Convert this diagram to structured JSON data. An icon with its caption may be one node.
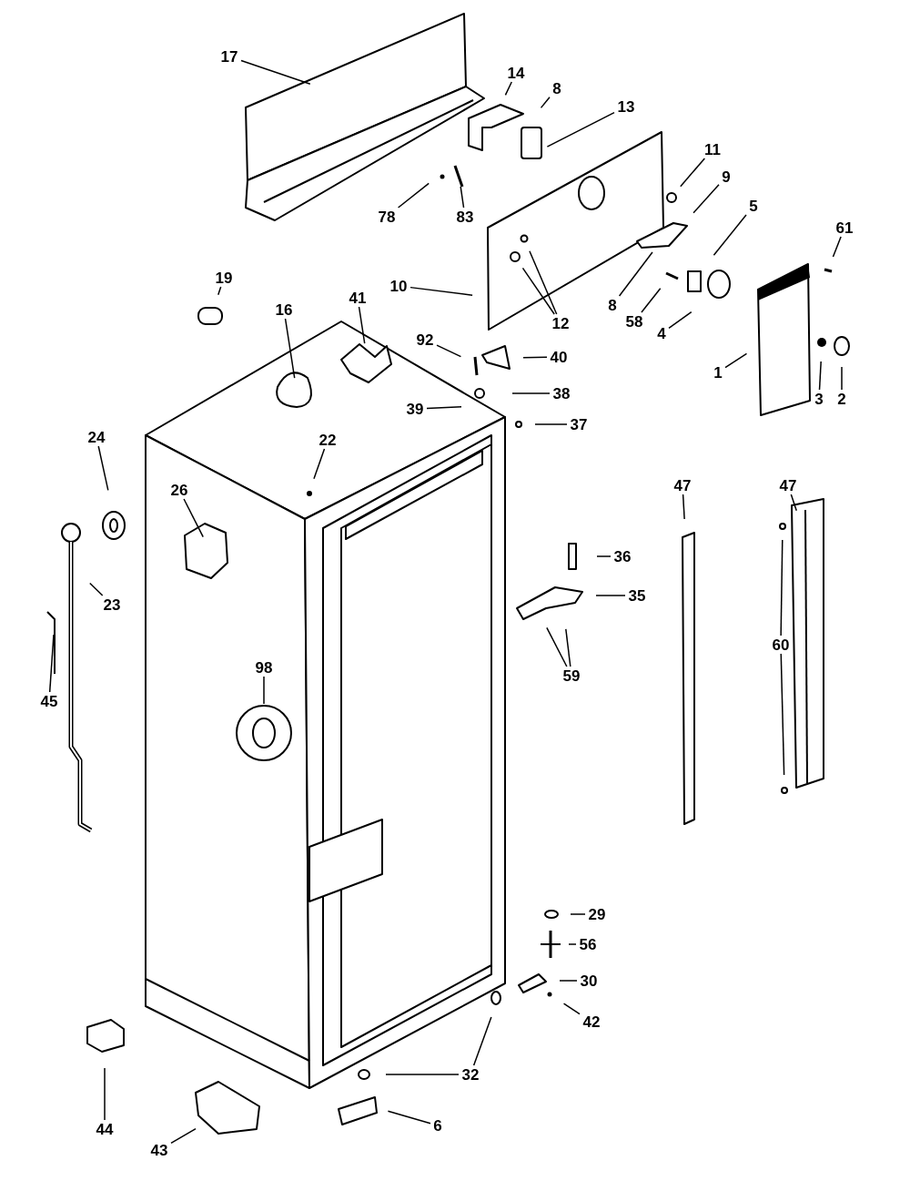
{
  "diagram": {
    "nodes": [
      {
        "text": [
          "17"
        ]
      },
      {
        "text": [
          "14"
        ]
      },
      {
        "text": [
          "8"
        ]
      },
      {
        "text": [
          "13"
        ]
      },
      {
        "text": [
          "11"
        ]
      },
      {
        "text": [
          "9"
        ]
      },
      {
        "text": [
          "78"
        ]
      },
      {
        "text": [
          "83"
        ]
      },
      {
        "text": [
          "10"
        ]
      },
      {
        "text": [
          "12"
        ]
      },
      {
        "text": [
          "5"
        ]
      },
      {
        "text": [
          "61"
        ]
      },
      {
        "text": [
          "8"
        ]
      },
      {
        "text": [
          "58"
        ]
      },
      {
        "text": [
          "4"
        ]
      },
      {
        "text": [
          "1"
        ]
      },
      {
        "text": [
          "3"
        ]
      },
      {
        "text": [
          "2"
        ]
      },
      {
        "text": [
          "19"
        ]
      },
      {
        "text": [
          "16"
        ]
      },
      {
        "text": [
          "41"
        ]
      },
      {
        "text": [
          "92"
        ]
      },
      {
        "text": [
          "40"
        ]
      },
      {
        "text": [
          "39"
        ]
      },
      {
        "text": [
          "38"
        ]
      },
      {
        "text": [
          "37"
        ]
      },
      {
        "text": [
          "24"
        ]
      },
      {
        "text": [
          "22"
        ]
      },
      {
        "text": [
          "26"
        ]
      },
      {
        "text": [
          "23"
        ]
      },
      {
        "text": [
          "45"
        ]
      },
      {
        "text": [
          "98"
        ]
      },
      {
        "text": [
          "47"
        ]
      },
      {
        "text": [
          "47"
        ]
      },
      {
        "text": [
          "36"
        ]
      },
      {
        "text": [
          "35"
        ]
      },
      {
        "text": [
          "59"
        ]
      },
      {
        "text": [
          "60"
        ]
      },
      {
        "text": [
          "29"
        ]
      },
      {
        "text": [
          "56"
        ]
      },
      {
        "text": [
          "30"
        ]
      },
      {
        "text": [
          "42"
        ]
      },
      {
        "text": [
          "32"
        ]
      },
      {
        "text": [
          "44"
        ]
      },
      {
        "text": [
          "43"
        ]
      },
      {
        "text": [
          "6"
        ]
      }
    ],
    "edges": [
      {
        "from": 0,
        "to": null,
        "arrow": "none"
      },
      {
        "from": 1,
        "to": null,
        "arrow": "none"
      },
      {
        "from": 2,
        "to": null,
        "arrow": "none"
      },
      {
        "from": 3,
        "to": null,
        "arrow": "none"
      },
      {
        "from": 4,
        "to": null,
        "arrow": "none"
      },
      {
        "from": 5,
        "to": null,
        "arrow": "none"
      },
      {
        "from": 6,
        "to": null,
        "arrow": "none"
      },
      {
        "from": 7,
        "to": null,
        "arrow": "none"
      },
      {
        "from": 8,
        "to": null,
        "arrow": "none"
      },
      {
        "from": 9,
        "to": null,
        "arrow": "none"
      },
      {
        "from": 9,
        "to": null,
        "arrow": "none"
      },
      {
        "from": 10,
        "to": null,
        "arrow": "none"
      },
      {
        "from": 11,
        "to": null,
        "arrow": "none"
      },
      {
        "from": 12,
        "to": null,
        "arrow": "none"
      },
      {
        "from": 13,
        "to": null,
        "arrow": "none"
      },
      {
        "from": 14,
        "to": null,
        "arrow": "none"
      },
      {
        "from": 15,
        "to": null,
        "arrow": "none"
      },
      {
        "from": 16,
        "to": null,
        "arrow": "none"
      },
      {
        "from": 17,
        "to": null,
        "arrow": "none"
      },
      {
        "from": 18,
        "to": null,
        "arrow": "none"
      },
      {
        "from": 19,
        "to": null,
        "arrow": "none"
      },
      {
        "from": 20,
        "to": null,
        "arrow": "none"
      },
      {
        "from": 21,
        "to": null,
        "arrow": "none"
      },
      {
        "from": 22,
        "to": null,
        "arrow": "none"
      },
      {
        "from": 23,
        "to": null,
        "arrow": "none"
      },
      {
        "from": 24,
        "to": null,
        "arrow": "none"
      },
      {
        "from": 25,
        "to": null,
        "arrow": "none"
      },
      {
        "from": 26,
        "to": null,
        "arrow": "none"
      },
      {
        "from": 27,
        "to": null,
        "arrow": "none"
      },
      {
        "from": 28,
        "to": null,
        "arrow": "none"
      },
      {
        "from": 29,
        "to": null,
        "arrow": "none"
      },
      {
        "from": 30,
        "to": null,
        "arrow": "none"
      },
      {
        "from": 31,
        "to": null,
        "arrow": "none"
      },
      {
        "from": 32,
        "to": null,
        "arrow": "none"
      },
      {
        "from": 33,
        "to": null,
        "arrow": "none"
      },
      {
        "from": 34,
        "to": null,
        "arrow": "none"
      },
      {
        "from": 35,
        "to": null,
        "arrow": "none"
      },
      {
        "from": 36,
        "to": null,
        "arrow": "none"
      },
      {
        "from": 36,
        "to": null,
        "arrow": "none"
      },
      {
        "from": 37,
        "to": null,
        "arrow": "none"
      },
      {
        "from": 37,
        "to": null,
        "arrow": "none"
      },
      {
        "from": 38,
        "to": null,
        "arrow": "none"
      },
      {
        "from": 39,
        "to": null,
        "arrow": "none"
      },
      {
        "from": 40,
        "to": null,
        "arrow": "none"
      },
      {
        "from": 41,
        "to": null,
        "arrow": "none"
      },
      {
        "from": 42,
        "to": null,
        "arrow": "none"
      },
      {
        "from": 42,
        "to": null,
        "arrow": "none"
      },
      {
        "from": 43,
        "to": null,
        "arrow": "none"
      },
      {
        "from": 44,
        "to": null,
        "arrow": "none"
      },
      {
        "from": 45,
        "to": null,
        "arrow": "none"
      }
    ]
  }
}
